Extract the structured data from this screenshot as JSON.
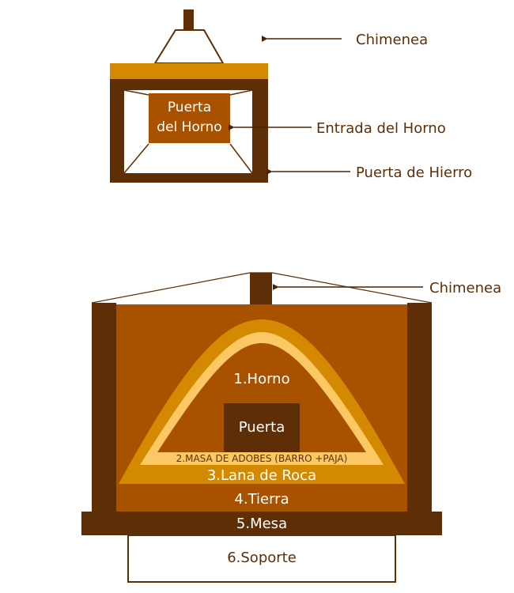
{
  "front_view": {
    "door_line1": "Puerta",
    "door_line2": "del Horno"
  },
  "front_labels": {
    "chimney": "Chimenea",
    "entrance": "Entrada del Horno",
    "iron_door": "Puerta de Hierro"
  },
  "section_view": {
    "chimney_label": "Chimenea",
    "oven": "1.Horno",
    "door": "Puerta",
    "adobe": "2.MASA DE ADOBES (BARRO +PAJA)",
    "rock_wool": "3.Lana de Roca",
    "earth": "4.Tierra",
    "table": "5.Mesa",
    "support": "6.Soporte"
  },
  "colors": {
    "dark_brown": "#5e2f06",
    "rust": "#a85200",
    "gold": "#d48a00",
    "light_yellow": "#fbc864",
    "arrow_brown": "#4a2305",
    "white": "#ffffff"
  }
}
